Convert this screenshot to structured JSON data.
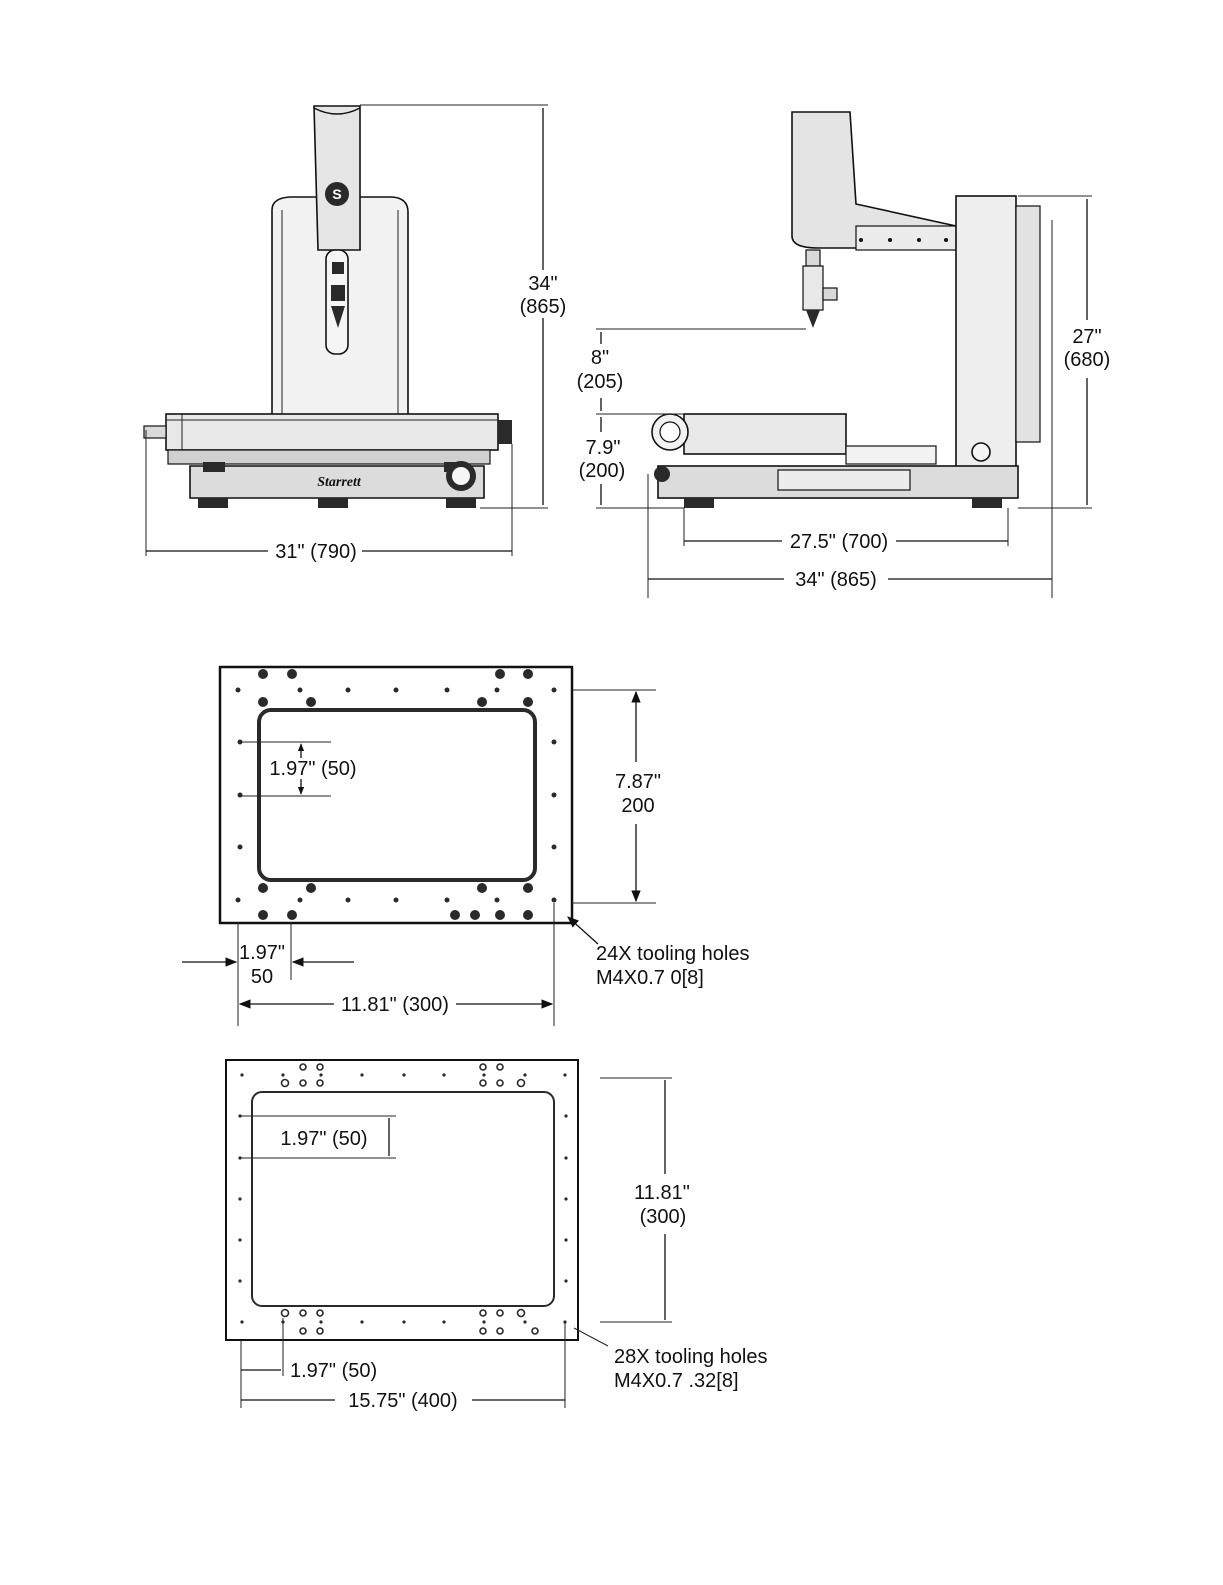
{
  "colors": {
    "ink": "#111111",
    "body_gray": "#d9d9d9",
    "dark": "#2a2a2a",
    "paper": "#ffffff"
  },
  "front_view": {
    "height_in": "34\"",
    "height_mm": "(865)",
    "width": "31\" (790)",
    "brand": "Starrett"
  },
  "side_view": {
    "clearance_in": "8\"",
    "clearance_mm": "(205)",
    "table_in": "7.9\"",
    "table_mm": "(200)",
    "frame_in": "27\"",
    "frame_mm": "(680)",
    "base_depth": "27.5\" (700)",
    "overall_depth": "34\" (865)"
  },
  "plate_small": {
    "pitch_v": "1.97\" (50)",
    "pitch_h_in": "1.97\"",
    "pitch_h_mm": "50",
    "travel_in": "7.87\"",
    "travel_mm": "200",
    "width": "11.81\" (300)",
    "holes_line1": "24X tooling holes",
    "holes_line2": "M4X0.7 0[8]"
  },
  "plate_large": {
    "pitch_v": "1.97\" (50)",
    "pitch_h": "1.97\" (50)",
    "travel_in": "11.81\"",
    "travel_mm": "(300)",
    "width": "15.75\" (400)",
    "holes_line1": "28X tooling holes",
    "holes_line2": "M4X0.7 .32[8]"
  }
}
